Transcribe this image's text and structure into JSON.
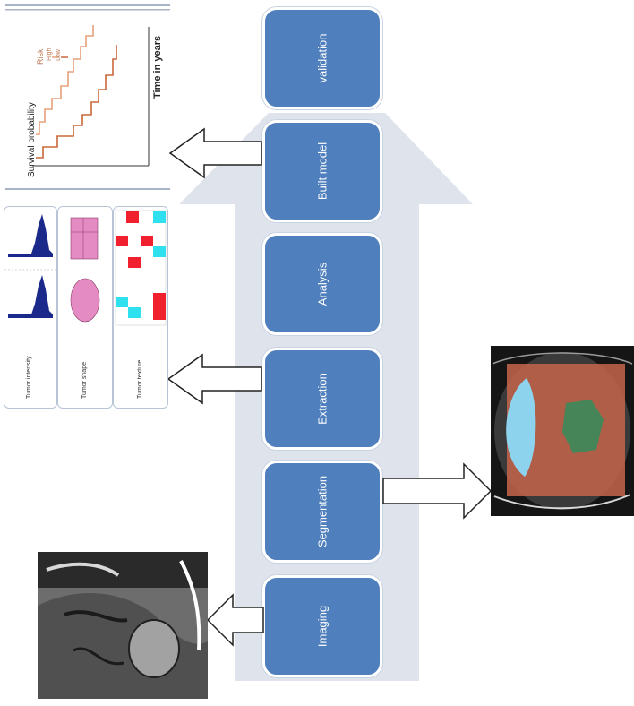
{
  "steps": [
    {
      "id": "validation",
      "label": "validation"
    },
    {
      "id": "built-model",
      "label": "Built model"
    },
    {
      "id": "analysis",
      "label": "Analysis"
    },
    {
      "id": "extraction",
      "label": "Extraction"
    },
    {
      "id": "segmentation",
      "label": "Segmentation"
    },
    {
      "id": "imaging",
      "label": "Imaging"
    }
  ],
  "survival_plot": {
    "legend_title": "Risk",
    "legend_high": "High",
    "legend_low": "Low",
    "x_label": "Time in years",
    "y_label": "Survival probability",
    "colors": {
      "high": "#e7a07a",
      "low": "#c9683a"
    }
  },
  "features": {
    "intensity_label": "Tumor intensity",
    "shape_label": "Tumor shape",
    "texture_label": "Tumor texture"
  },
  "colors": {
    "step_fill": "#4f7fbc",
    "big_arrow": "#dfe3ec",
    "mask_red": "#e35a3a",
    "mask_blue": "#8ed3ee",
    "mask_green": "#3a8a5a",
    "shape_pink": "#e58bc3",
    "histogram_navy": "#1b2a8a",
    "texture_red": "#f0202e",
    "texture_cyan": "#2fe0ee"
  }
}
